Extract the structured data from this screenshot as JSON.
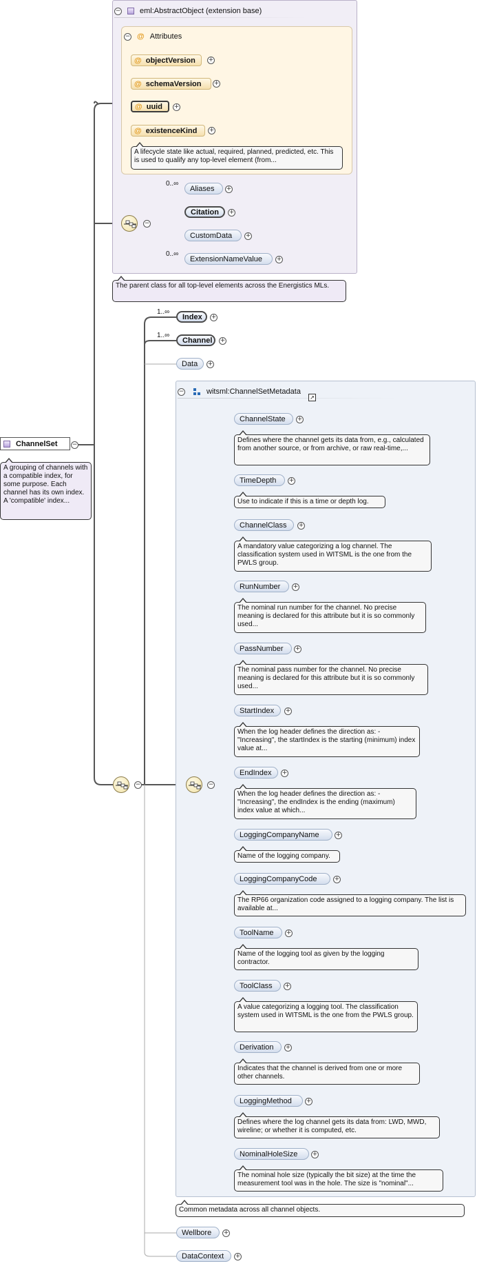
{
  "root": {
    "label": "ChannelSet",
    "doc": "A grouping of channels with a compatible index, for some purpose. Each channel has its own index. A 'compatible' index..."
  },
  "base": {
    "header": "eml:AbstractObject (extension base)",
    "attributes_header": "Attributes",
    "attributes": [
      "objectVersion",
      "schemaVersion",
      "uuid",
      "existenceKind"
    ],
    "existenceKind_doc": "A lifecycle state like actual, required, planned, predicted, etc. This is used to qualify any top-level element (from...",
    "elements": [
      {
        "label": "Aliases",
        "occ": "0..∞"
      },
      {
        "label": "Citation",
        "occ": ""
      },
      {
        "label": "CustomData",
        "occ": ""
      },
      {
        "label": "ExtensionNameValue",
        "occ": "0..∞"
      }
    ],
    "doc": "The parent class for all top-level elements across the Energistics MLs."
  },
  "main": {
    "index": {
      "label": "Index",
      "occ": "1..∞"
    },
    "channel": {
      "label": "Channel",
      "occ": "1..∞"
    },
    "data": {
      "label": "Data"
    },
    "wellbore": {
      "label": "Wellbore"
    },
    "datacontext": {
      "label": "DataContext"
    }
  },
  "metadata": {
    "header": "witsml:ChannelSetMetadata",
    "doc": "Common metadata across all channel objects.",
    "items": [
      {
        "label": "ChannelState",
        "doc": "Defines where the channel gets its data from, e.g., calculated from another source, or from archive, or raw real-time,..."
      },
      {
        "label": "TimeDepth",
        "doc": "Use to indicate if this is a time or depth log."
      },
      {
        "label": "ChannelClass",
        "doc": "A mandatory value categorizing a log channel. The classification system used in WITSML is the one from the PWLS group."
      },
      {
        "label": "RunNumber",
        "doc": "The nominal run number for the channel. No precise meaning is declared for this attribute but it is so commonly used..."
      },
      {
        "label": "PassNumber",
        "doc": "The nominal pass number for the channel. No precise meaning is declared for this attribute but it is so commonly used..."
      },
      {
        "label": "StartIndex",
        "doc": "When the log header defines the direction as: - \"Increasing\", the startIndex is the starting (minimum) index value at..."
      },
      {
        "label": "EndIndex",
        "doc": "When the log header defines the direction as: - \"Increasing\", the endIndex is the ending (maximum) index value at which..."
      },
      {
        "label": "LoggingCompanyName",
        "doc": "Name of the logging company."
      },
      {
        "label": "LoggingCompanyCode",
        "doc": "The RP66 organization code assigned to a logging company. The list is available at..."
      },
      {
        "label": "ToolName",
        "doc": "Name of the logging tool as given by the logging contractor."
      },
      {
        "label": "ToolClass",
        "doc": "A value categorizing a logging tool. The classification system used in WITSML is the one from the PWLS group."
      },
      {
        "label": "Derivation",
        "doc": "Indicates that the channel is derived from one or more other channels."
      },
      {
        "label": "LoggingMethod",
        "doc": "Defines where the log channel gets its data from: LWD, MWD, wireline; or whether it is computed, etc."
      },
      {
        "label": "NominalHoleSize",
        "doc": "The nominal hole size (typically the bit size) at the time the measurement tool was in the hole. The size is \"nominal\"..."
      }
    ]
  },
  "glyphs": {
    "plus": "+",
    "minus": "−",
    "at": "@"
  },
  "colors": {
    "annotation_bg": "#f7f7f7",
    "attribute_fill": "#f5dfae",
    "element_fill": "#d4deee",
    "base_group_bg": "#f1eef6"
  }
}
